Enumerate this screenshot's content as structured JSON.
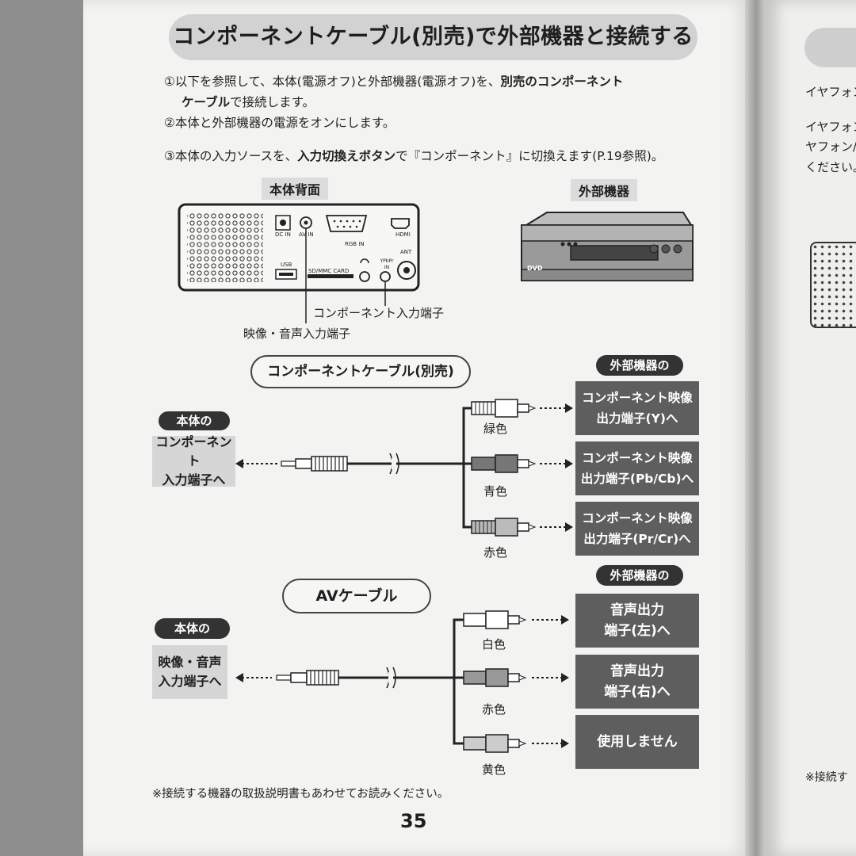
{
  "title": "コンポーネントケーブル(別売)で外部機器と接続する",
  "steps": {
    "s1a": "①以下を参照して、本体(電源オフ)と外部機器(電源オフ)を、",
    "s1b": "別売のコンポーネント",
    "s1c": "ケーブル",
    "s1d": "で接続します。",
    "s2": "②本体と外部機器の電源をオンにします。",
    "s3a": "③本体の入力ソースを、",
    "s3b": "入力切換えボタン",
    "s3c": "で『コンポーネント』に切換えます(P.19参照)。"
  },
  "device": {
    "back_label": "本体背面",
    "external_label": "外部機器",
    "ports": {
      "dc_in": "DC IN",
      "av_in": "AV IN",
      "rgb_in": "RGB IN",
      "hdmi": "HDMI",
      "usb": "USB",
      "card": "SD/MMC CARD",
      "ypbpr": "YPbPr IN",
      "ant": "ANT"
    },
    "dvd_logo": "DVD",
    "component_port_label": "コンポーネント入力端子",
    "av_port_label": "映像・音声入力端子"
  },
  "component": {
    "cable_label": "コンポーネントケーブル(別売)",
    "source_tag": "本体の",
    "source_l1": "コンポーネント",
    "source_l2": "入力端子へ",
    "dest_tag": "外部機器の",
    "plugs": [
      {
        "color": "緑色",
        "d1": "コンポーネント映像",
        "d2": "出力端子(Y)へ"
      },
      {
        "color": "青色",
        "d1": "コンポーネント映像",
        "d2": "出力端子(Pb/Cb)へ"
      },
      {
        "color": "赤色",
        "d1": "コンポーネント映像",
        "d2": "出力端子(Pr/Cr)へ"
      }
    ]
  },
  "av": {
    "cable_label": "AVケーブル",
    "source_tag": "本体の",
    "source_l1": "映像・音声",
    "source_l2": "入力端子へ",
    "dest_tag": "外部機器の",
    "plugs": [
      {
        "color": "白色",
        "d1": "音声出力",
        "d2": "端子(左)へ"
      },
      {
        "color": "赤色",
        "d1": "音声出力",
        "d2": "端子(右)へ"
      },
      {
        "color": "黄色",
        "d1": "使用しません",
        "d2": ""
      }
    ]
  },
  "note": "※接続する機器の取扱説明書もあわせてお読みください。",
  "page_number": "35",
  "right_page": {
    "line1": "イヤフォン",
    "line2": "イヤフォン",
    "line3": "ヤフォン/",
    "line4": "ください。",
    "note": "※接続す"
  }
}
